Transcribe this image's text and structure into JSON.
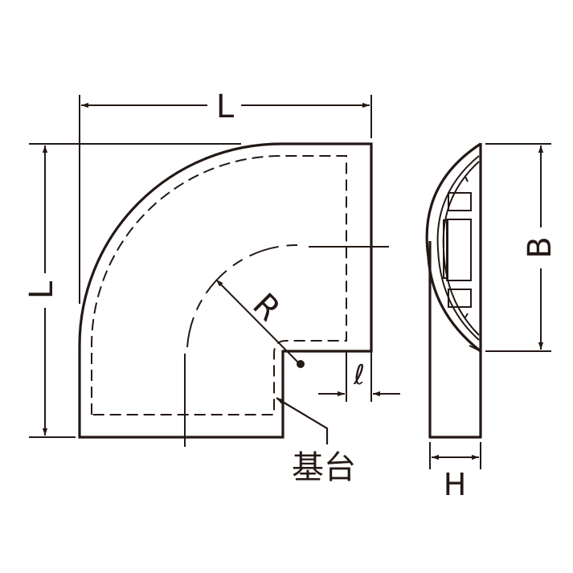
{
  "diagram": {
    "type": "technical-drawing",
    "subject": "90-degree flat elbow cable cover (plan view and side section)",
    "colors": {
      "line": "#231815",
      "background": "#ffffff"
    },
    "plan_view": {
      "dimensions": {
        "width_label": "L",
        "height_label": "L",
        "radius_label": "R",
        "offset_label": "ℓ"
      },
      "callout_label": "基台"
    },
    "side_view": {
      "dimensions": {
        "height_label": "B",
        "thickness_label": "H"
      }
    }
  }
}
